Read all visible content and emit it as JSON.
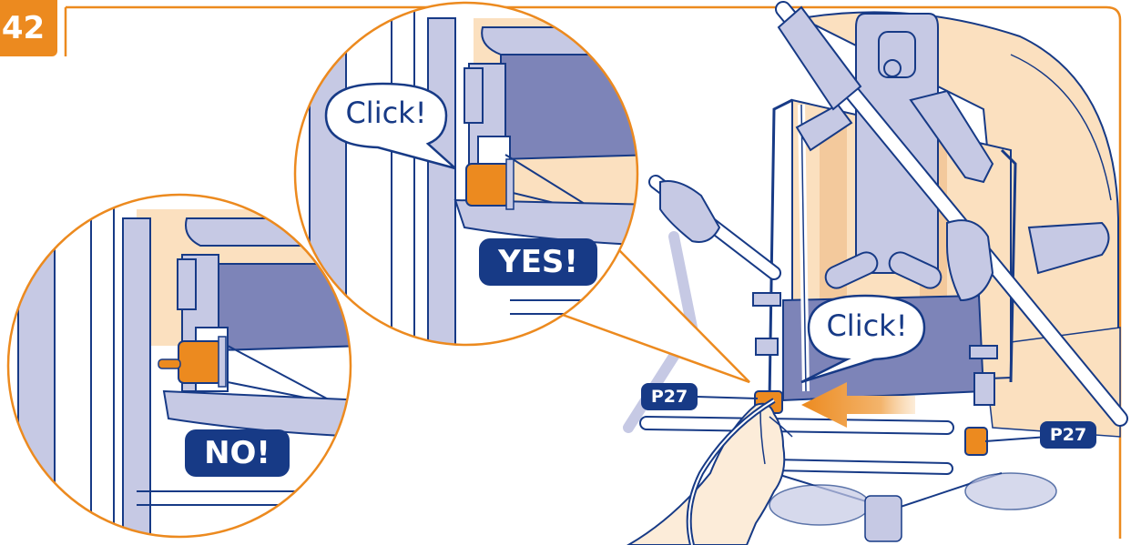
{
  "step_number": "42",
  "callouts": {
    "yes_label": "YES!",
    "no_label": "NO!",
    "click_top": "Click!",
    "click_main": "Click!",
    "part_left": "P27",
    "part_right": "P27"
  },
  "colors": {
    "accent_orange": "#ec8a1f",
    "outline_blue": "#173a86",
    "seat_dark": "#7d84b8",
    "frame_lavender": "#c6c9e4",
    "fabric_peach": "#fbe0bf"
  }
}
